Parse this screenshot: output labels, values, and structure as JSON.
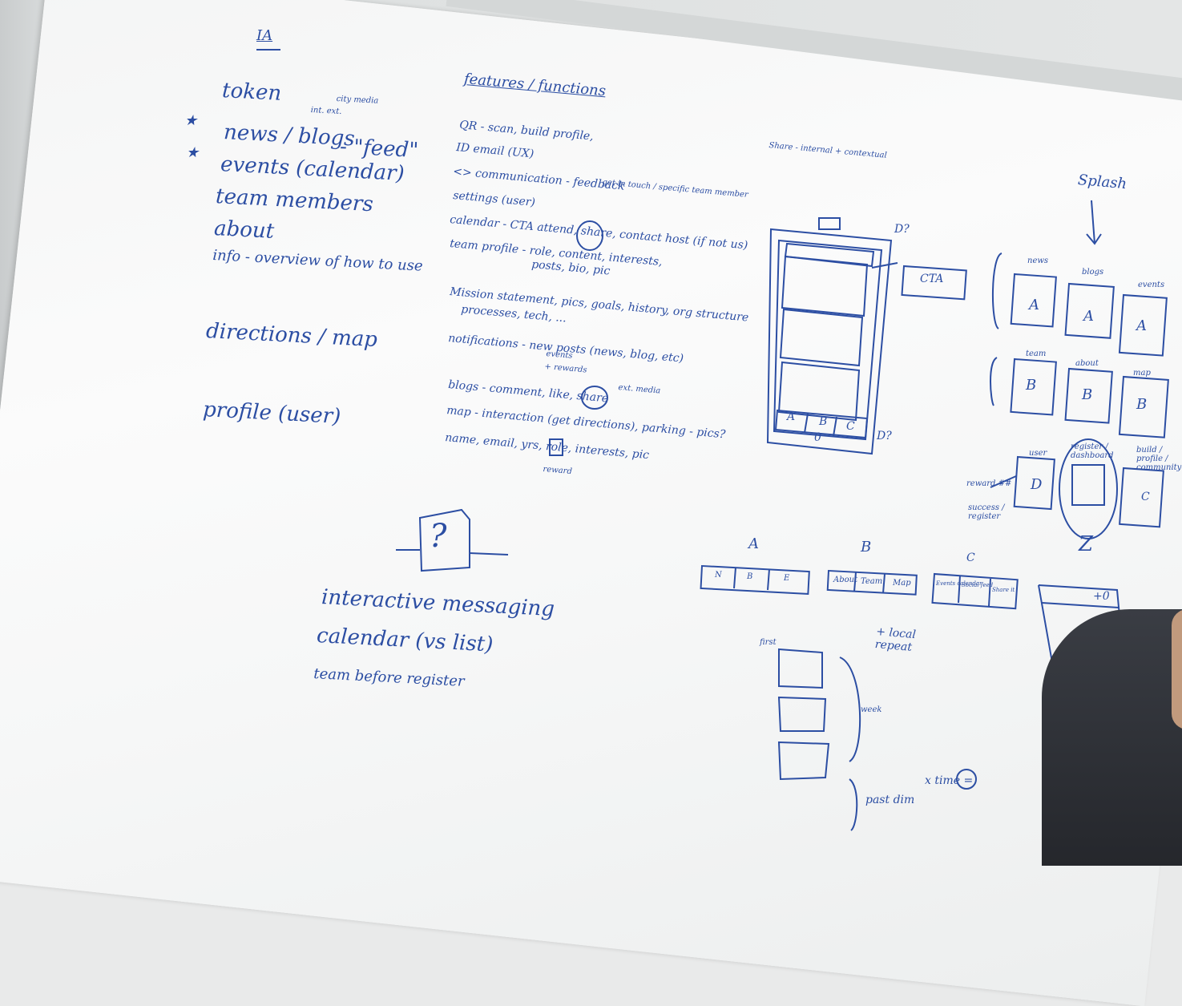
{
  "ia": {
    "heading": "IA",
    "items": [
      "token",
      "news / blogs",
      "events (calendar)",
      "team members",
      "about",
      "info - overview of how to use",
      "directions / map",
      "profile (user)"
    ],
    "annotations": {
      "int_ext": "int. ext.",
      "city_media": "city media",
      "feed": "- \"feed\""
    }
  },
  "features": {
    "heading": "features / functions",
    "lines": [
      "QR - scan, build profile,",
      "ID email (UX)",
      "<> communication - feedback",
      "settings (user)",
      "calendar - CTA attend, share, contact host (if not us)",
      "team profile - role, content, interests,",
      "posts, bio, pic",
      "Mission statement, pics, goals, history, org structure",
      "processes, tech, ...",
      "notifications - new posts (news, blog, etc)",
      "events",
      "+ rewards",
      "blogs - comment, like, share",
      "map - interaction (get directions), parking - pics?",
      "name, email, yrs, role, interests, pic"
    ],
    "side_notes": {
      "feedback_detail": "get in touch / specific team member",
      "ext_media": "ext. media",
      "reward": "reward"
    }
  },
  "sketch": {
    "share_note": "Share - internal + contextual",
    "cta": "CTA",
    "d_q": "D?",
    "tabs": [
      "A",
      "B",
      "C"
    ],
    "zero": "0",
    "splash": "Splash",
    "row_a_labels": [
      "news",
      "blogs",
      "events"
    ],
    "row_a_cells": [
      "A",
      "A",
      "A"
    ],
    "row_b_labels": [
      "team",
      "about",
      "map"
    ],
    "row_b_cells": [
      "B",
      "B",
      "B"
    ],
    "row_d_labels": [
      "user",
      "register / dashboard",
      "build / profile / community"
    ],
    "row_d_cells": [
      "D",
      "C"
    ],
    "reward_note": "reward ##",
    "success_note": "success / register",
    "z": "Z",
    "nav_a_heading": "A",
    "nav_a": [
      "N",
      "B",
      "E"
    ],
    "nav_b_heading": "B",
    "nav_b": [
      "About",
      "Team",
      "Map"
    ],
    "nav_c_heading": "C",
    "nav_c": [
      "Events calendar",
      "Social feed",
      "Share it"
    ],
    "plus_zero": "+0",
    "first": "first",
    "local_repeat": "+ local repeat",
    "week": "week",
    "past_dim": "past dim",
    "x_time": "x time ="
  },
  "bottom_left": {
    "question_mark": "?",
    "lines": [
      "interactive messaging",
      "calendar (vs list)",
      "team before register"
    ]
  }
}
